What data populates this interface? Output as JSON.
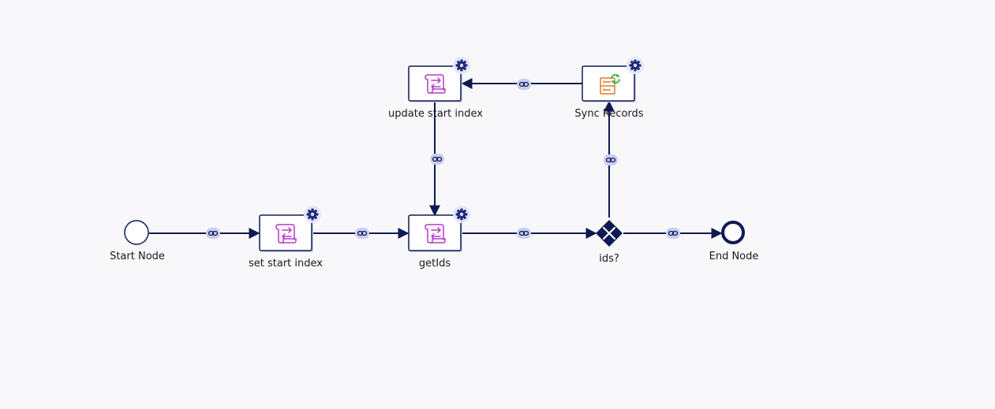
{
  "nodes": {
    "start": {
      "label": "Start Node"
    },
    "set_start_index": {
      "label": "set start index"
    },
    "getIds": {
      "label": "getIds"
    },
    "update_start_index": {
      "label": "update start index"
    },
    "sync_records": {
      "label": "Sync Records"
    },
    "gateway": {
      "label": "ids?"
    },
    "end": {
      "label": "End Node"
    }
  },
  "colors": {
    "edge": "#0f1a54",
    "script_icon": "#b43cc8",
    "sync_icon": "#e07a2a",
    "sync_refresh": "#2fb34a",
    "link_pill": "#c9cdf0",
    "gear": "#1e2a78"
  },
  "icons": {
    "script": "script-icon",
    "sync": "sync-records-icon",
    "settings": "gear-icon",
    "link": "link-icon",
    "gateway": "exclusive-gateway-icon"
  }
}
